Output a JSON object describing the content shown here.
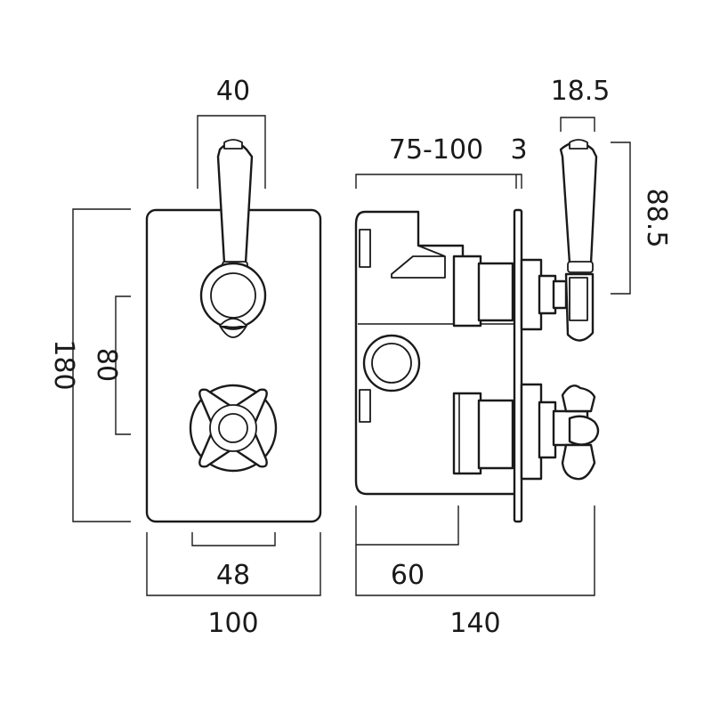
{
  "dimensions": {
    "handle_width": "40",
    "handle_length": "18.5",
    "depth_range": "75-100",
    "plate_thickness": "3",
    "handle_height": "88.5",
    "overall_height": "180",
    "spindle_spacing": "80",
    "spindle_centres": "48",
    "plate_width": "100",
    "body_depth": "60",
    "overall_depth": "140"
  },
  "colors": {
    "line": "#1a1a1a",
    "background": "#ffffff"
  }
}
